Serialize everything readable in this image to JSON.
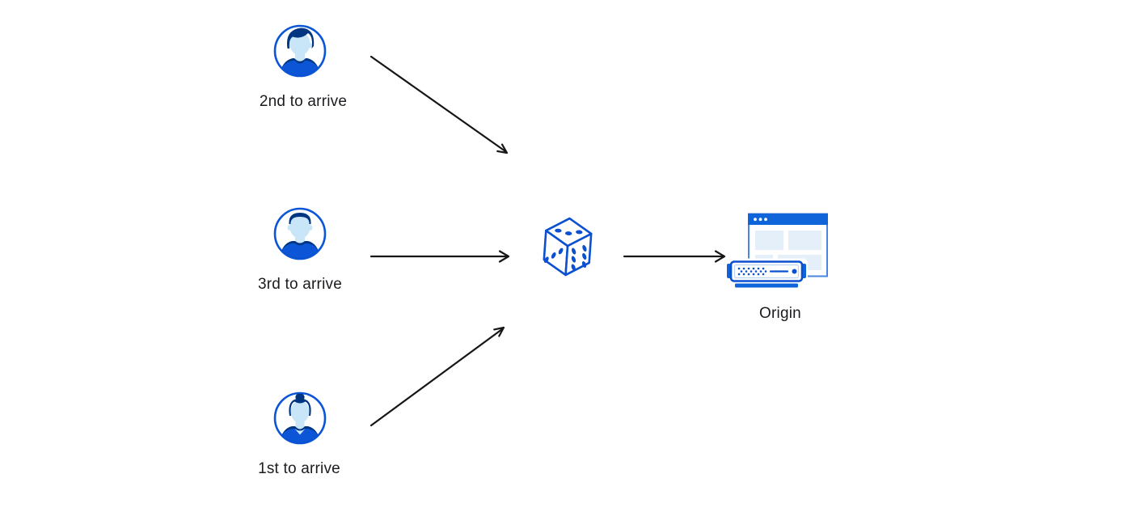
{
  "nodes": {
    "users": [
      {
        "label": "2nd to arrive",
        "icon": "man-swept-hair-avatar-icon"
      },
      {
        "label": "3rd to arrive",
        "icon": "man-short-hair-avatar-icon"
      },
      {
        "label": "1st to arrive",
        "icon": "woman-bun-avatar-icon"
      }
    ],
    "selector": {
      "icon": "dice-icon"
    },
    "origin": {
      "label": "Origin",
      "icon": "origin-browser-server-icon"
    }
  },
  "edges": [
    {
      "from": "user-2nd-to-arrive",
      "to": "dice"
    },
    {
      "from": "user-3rd-to-arrive",
      "to": "dice"
    },
    {
      "from": "user-1st-to-arrive",
      "to": "dice"
    },
    {
      "from": "dice",
      "to": "origin"
    }
  ],
  "colors": {
    "icon_blue": "#0b55d6",
    "icon_dark_navy": "#003681",
    "skin_light_blue": "#c9e6f8",
    "panel_light_blue": "#e4eff9",
    "browser_header_blue": "#0f64d9",
    "arrow_black": "#161616",
    "label_text": "#1b1b1f",
    "background": "#ffffff"
  }
}
